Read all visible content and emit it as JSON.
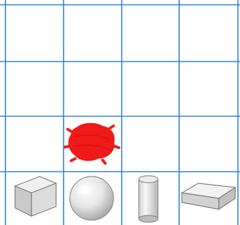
{
  "grid": {
    "rows": 4,
    "cols": 4,
    "line_color": "#2f7fd9"
  },
  "marker": {
    "color": "#f01a1a",
    "cell": {
      "row": 3,
      "col": 2
    }
  },
  "palette": [
    {
      "name": "cube",
      "cell": {
        "row": 4,
        "col": 1
      }
    },
    {
      "name": "sphere",
      "cell": {
        "row": 4,
        "col": 2
      }
    },
    {
      "name": "cylinder",
      "cell": {
        "row": 4,
        "col": 3
      }
    },
    {
      "name": "rectangular-prism",
      "cell": {
        "row": 4,
        "col": 4
      }
    }
  ]
}
